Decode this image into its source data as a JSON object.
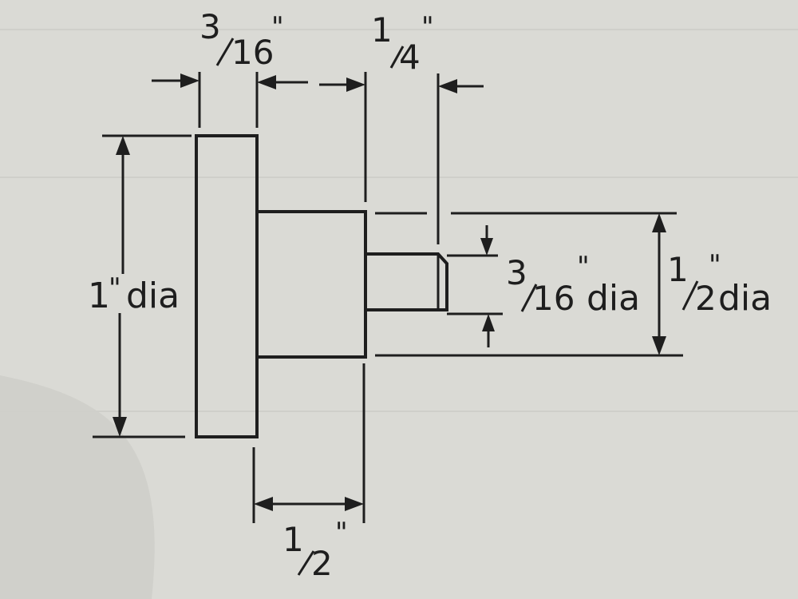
{
  "diagram": {
    "labels": {
      "flange_thickness": {
        "numerator": "3",
        "denominator": "16",
        "unit": "\""
      },
      "pin_length": {
        "numerator": "1",
        "denominator": "4",
        "unit": "\""
      },
      "flange_diameter": {
        "number": "1",
        "unit": "\"",
        "suffix": "dia"
      },
      "pin_diameter": {
        "numerator": "3",
        "denominator": "16",
        "unit": "\"",
        "suffix": "dia"
      },
      "hub_diameter": {
        "numerator": "1",
        "denominator": "2",
        "unit": "\"",
        "suffix": "dia"
      },
      "hub_length": {
        "numerator": "1",
        "denominator": "2",
        "unit": "\""
      }
    },
    "colors": {
      "ink": "#1e1e1e",
      "paper": "#dadad5"
    }
  }
}
